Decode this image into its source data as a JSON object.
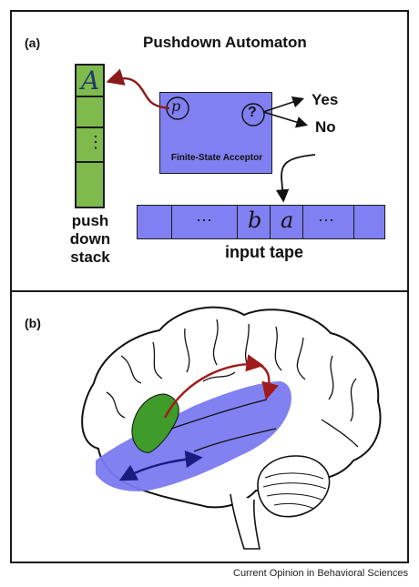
{
  "figure": {
    "panel_a": {
      "label": "(a)",
      "title": "Pushdown Automaton",
      "stack": {
        "top_symbol": "A",
        "dots": "⋮",
        "caption_lines": [
          "push",
          "down",
          "stack"
        ]
      },
      "fsa": {
        "state_symbol": "p",
        "query_symbol": "?",
        "caption": "Finite-State Acceptor"
      },
      "outputs": [
        "Yes",
        "No"
      ],
      "tape": {
        "cells": [
          "",
          "···",
          "b",
          "a",
          "···",
          ""
        ],
        "caption": "input tape"
      },
      "colors": {
        "stack": "#7fba4d",
        "automaton": "#8080f2",
        "arrow_red": "#8b1a1a"
      }
    },
    "panel_b": {
      "label": "(b)",
      "colors": {
        "broca_region": "#3f9b2a",
        "temporal_region": "#7a7af0",
        "arrow_red": "#a11a1a",
        "arrow_blue": "#1a1a80"
      }
    },
    "footer": "Current Opinion in Behavioral Sciences"
  }
}
